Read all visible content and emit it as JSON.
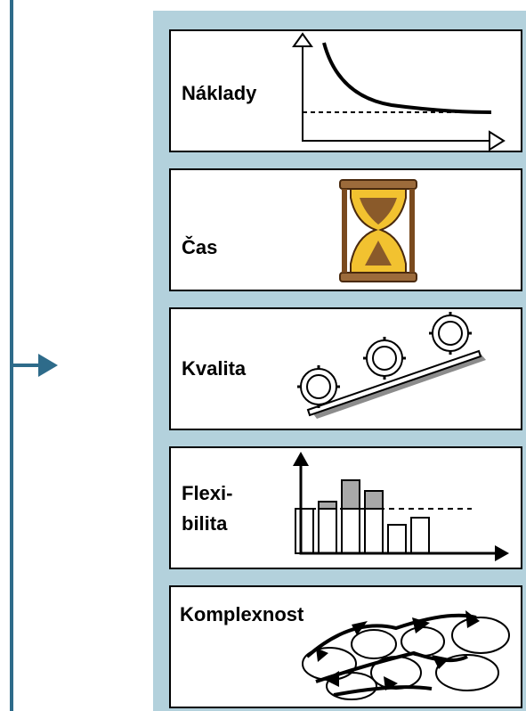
{
  "cards": [
    {
      "label": "Náklady",
      "icon": "cost-curve-icon"
    },
    {
      "label": "Čas",
      "icon": "hourglass-icon"
    },
    {
      "label": "Kvalita",
      "icon": "gear-ramp-icon"
    },
    {
      "label_line1": "Flexi-",
      "label_line2": "bilita",
      "icon": "bar-flex-icon"
    },
    {
      "label": "Komplexnost",
      "icon": "tangled-loops-icon"
    }
  ],
  "colors": {
    "line": "#2e6b8a",
    "panel": "#b3d1dc",
    "sand": "#f2c230",
    "frame": "#7a4a1e",
    "bar_fill": "#a8a8a8"
  }
}
